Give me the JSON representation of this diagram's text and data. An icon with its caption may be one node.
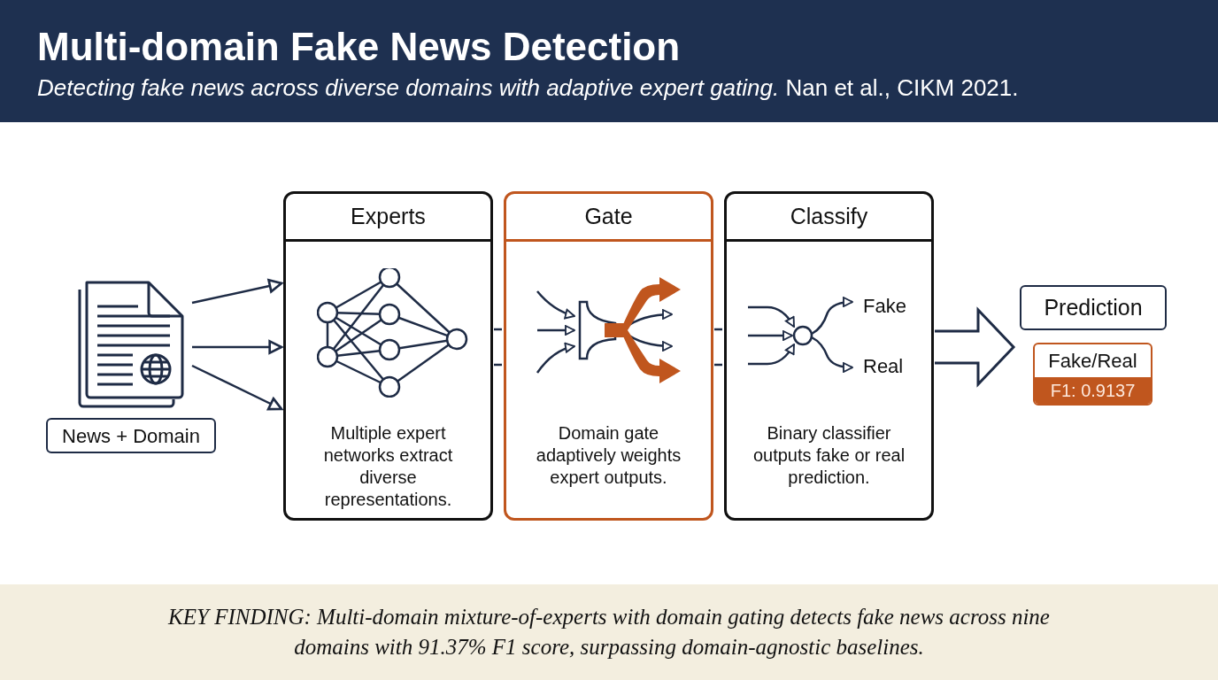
{
  "diagram": {
    "title": "Multi-domain Fake News Detection",
    "caption": "KEY FINDING: Multi-domain mixture-of-experts with domain gating detects fake news across nine domains with 91.37% F1 score, surpassing domain-agnostic baselines.",
    "nodes": [
      {
        "text": [],
        "shape": "picture"
      },
      {
        "text": [
          "News + Domain"
        ]
      },
      {
        "text": [
          "Experts",
          "Multiple expert networks extract diverse representations."
        ]
      },
      {
        "text": [
          "Gate",
          "Domain gate adaptively weights expert outputs."
        ]
      },
      {
        "text": [
          "Classify",
          "Binary classifier outputs fake or real prediction."
        ]
      },
      {
        "text": [
          "Prediction"
        ]
      },
      {
        "text": [
          "Fake/Real",
          "F1: 0.9137"
        ]
      }
    ],
    "edges": [
      {
        "from": 0,
        "to": 2,
        "arrow": "to"
      },
      {
        "from": 0,
        "to": 2,
        "arrow": "to"
      },
      {
        "from": 0,
        "to": 2,
        "arrow": "to"
      },
      {
        "from": 2,
        "to": 3,
        "arrow": "none"
      },
      {
        "from": 2,
        "to": 3,
        "arrow": "none"
      },
      {
        "from": 3,
        "to": 4,
        "arrow": "none"
      },
      {
        "from": 3,
        "to": 4,
        "arrow": "none"
      },
      {
        "from": 4,
        "to": 5,
        "arrow": "to",
        "style": "thick"
      }
    ],
    "labels": [
      "*Detecting fake news across diverse domains with adaptive expert gating.* Nan et al., CIKM 2021.",
      "Fake",
      "Real"
    ]
  }
}
